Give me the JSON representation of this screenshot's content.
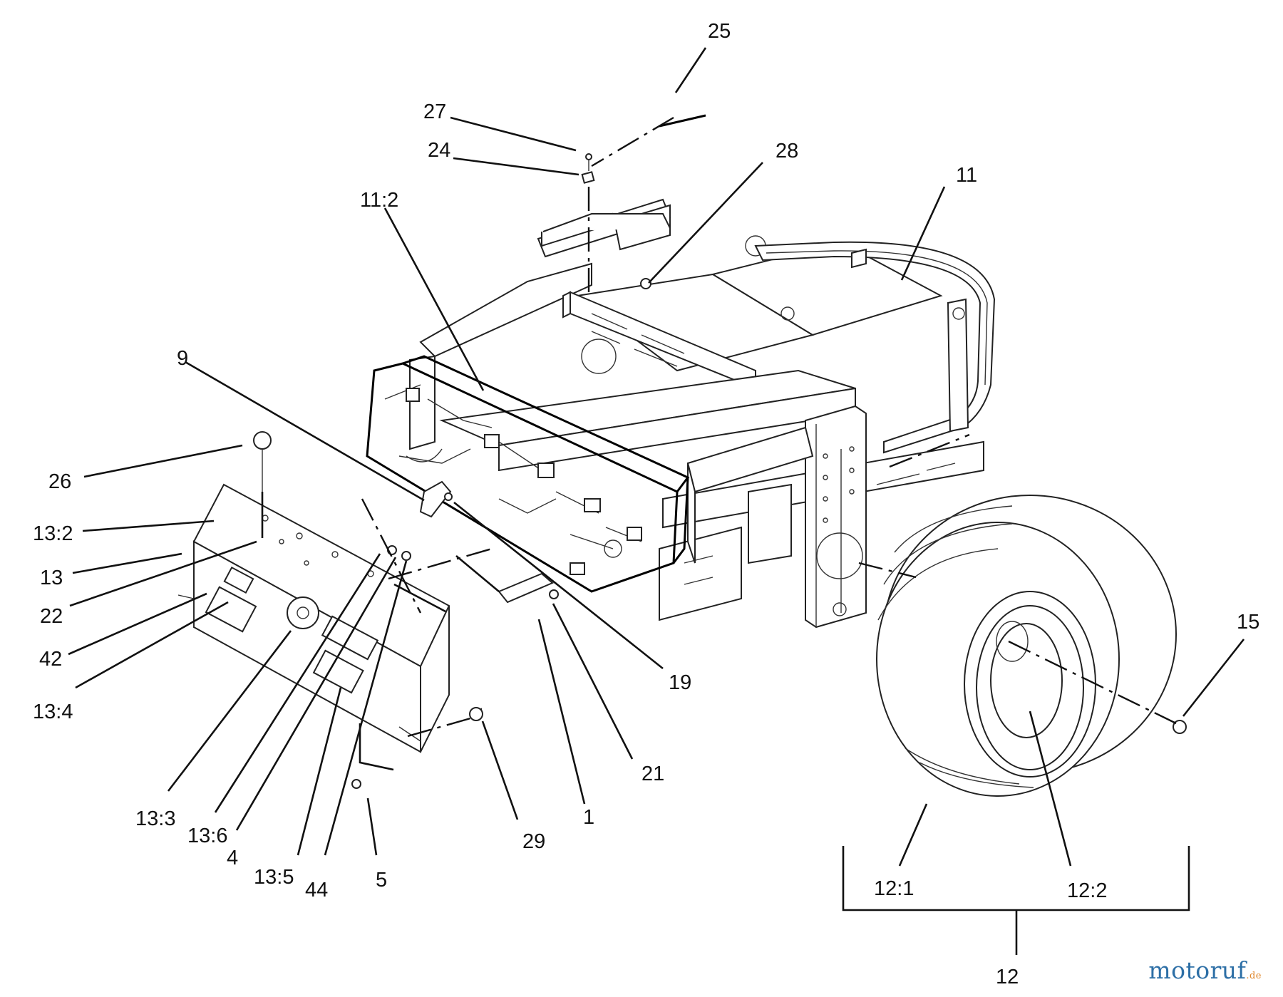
{
  "callouts": [
    "25",
    "27",
    "24",
    "28",
    "11",
    "11:2",
    "9",
    "26",
    "13:2",
    "13",
    "22",
    "42",
    "13:4",
    "19",
    "21",
    "1",
    "29",
    "5",
    "44",
    "13:5",
    "4",
    "13:6",
    "13:3",
    "15",
    "12:1",
    "12:2",
    "12"
  ],
  "watermark": {
    "main": "motoruf",
    "suffix": ".de"
  }
}
